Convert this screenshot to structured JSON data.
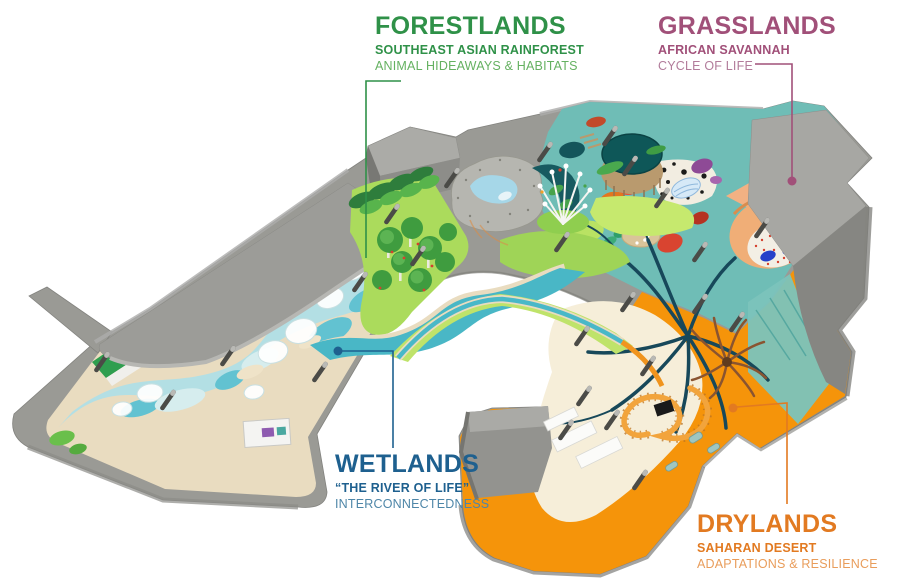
{
  "zones": {
    "forestlands": {
      "title": "FORESTLANDS",
      "subtitle": "SOUTHEAST ASIAN RAINFOREST",
      "tagline": "ANIMAL HIDEAWAYS & HABITATS",
      "color": "#2f9148",
      "light_color": "#65b161"
    },
    "grasslands": {
      "title": "GRASSLANDS",
      "subtitle": "AFRICAN SAVANNAH",
      "tagline": "CYCLE OF LIFE",
      "color": "#a15079",
      "light_color": "#b27c9b"
    },
    "wetlands": {
      "title": "WETLANDS",
      "subtitle": "“THE RIVER OF LIFE”",
      "tagline": "INTERCONNECTEDNESS",
      "color": "#1e608f",
      "light_color": "#4e86a8"
    },
    "drylands": {
      "title": "DRYLANDS",
      "subtitle": "SAHARAN DESERT",
      "tagline": "ADAPTATIONS & RESILIENCE",
      "color": "#e27a21",
      "light_color": "#e99d5b"
    }
  },
  "map_palette": {
    "shell": "#9a9a95",
    "shell_dark": "#85857f",
    "roof_light": "#a8a8a4",
    "sand": "#e9dcc0",
    "water": "#b3dfe4",
    "water_deep": "#62c2d1",
    "green_wall": "#2f9e4f",
    "lawn": "#abdb5c",
    "canopy": "#3f9c3f",
    "canopy_dark": "#2e7d3c",
    "river": "#49b7c6",
    "savannah_teal": "#6fbdb6",
    "tank_teal": "#0e5758",
    "wood": "#b99a6e",
    "desert_orange": "#f5940a",
    "desert_cream": "#f6eed9",
    "branch_teal": "#17485a",
    "accent_red": "#cc3a28",
    "ramp_peach": "#f0ae77"
  }
}
